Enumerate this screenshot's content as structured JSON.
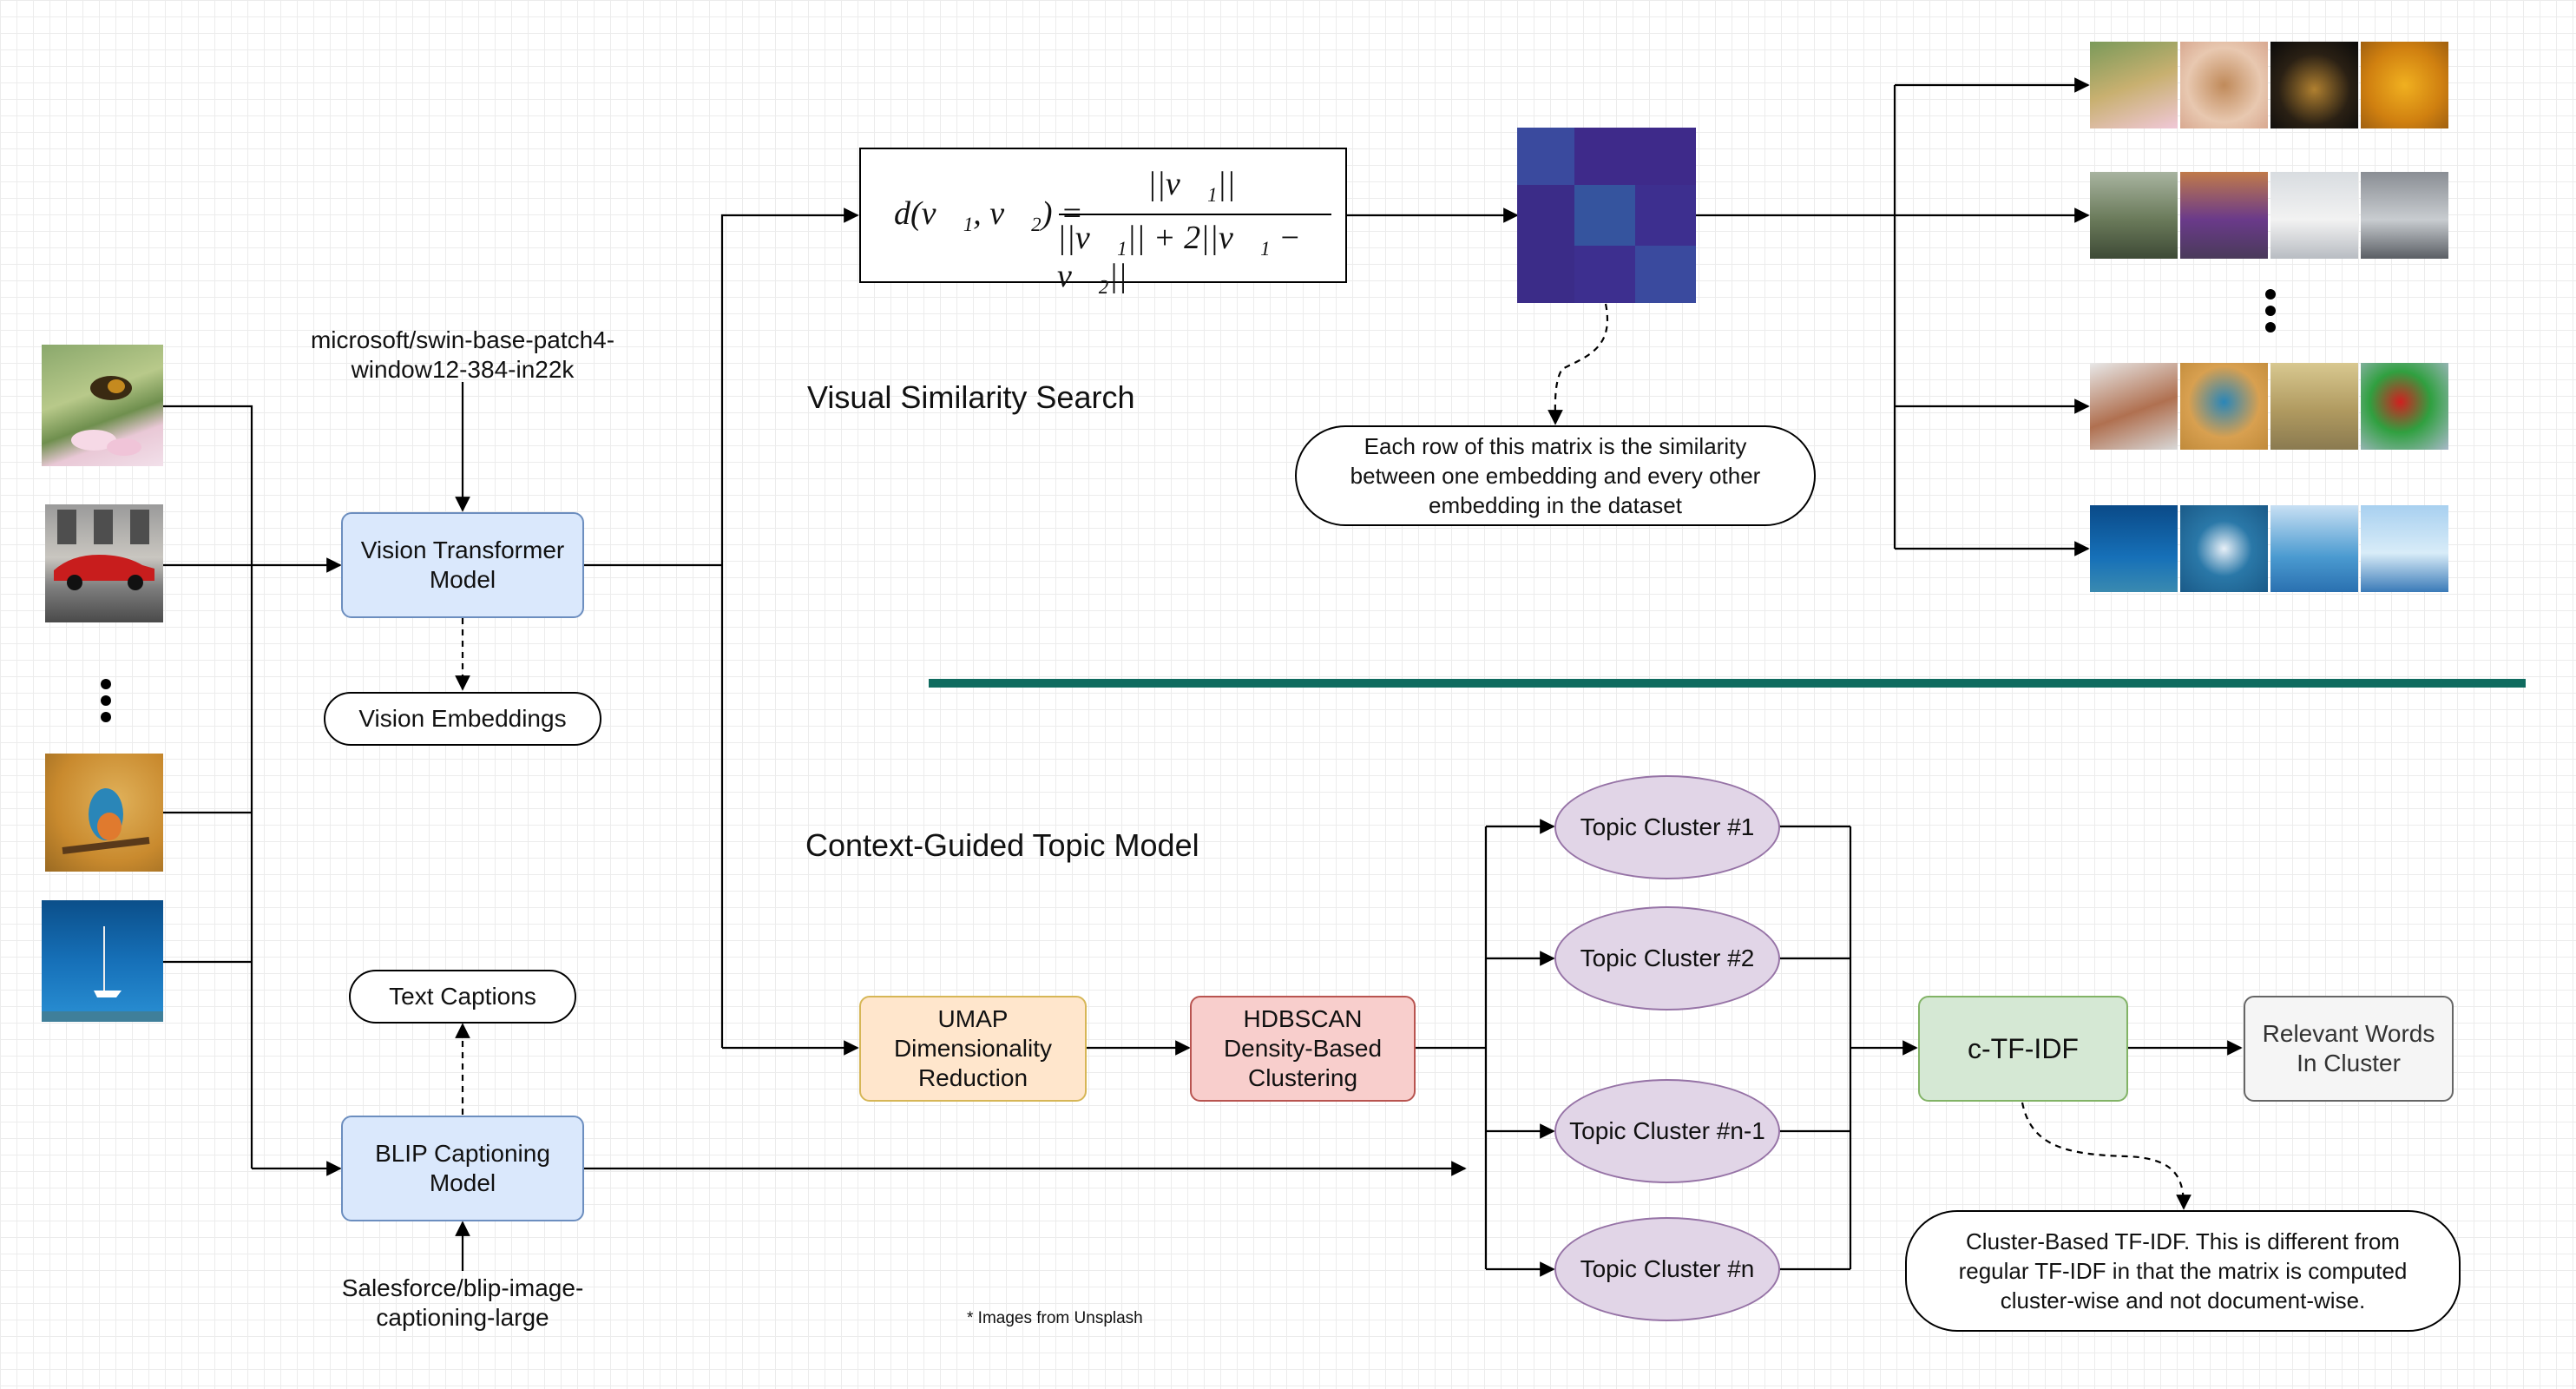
{
  "sections": {
    "visual_similarity": "Visual Similarity Search",
    "topic_model": "Context-Guided Topic Model"
  },
  "models": {
    "vit_source": "microsoft/swin-base-patch4-window12-384-in22k",
    "vit_source_line1": "microsoft/swin-base-patch4-",
    "vit_source_line2": "window12-384-in22k",
    "vit_line1": "Vision Transformer",
    "vit_line2": "Model",
    "blip_line1": "BLIP Captioning",
    "blip_line2": "Model",
    "blip_source_line1": "Salesforce/blip-image-",
    "blip_source_line2": "captioning-large"
  },
  "outputs": {
    "vision_embeddings": "Vision Embeddings",
    "text_captions": "Text Captions"
  },
  "formula": {
    "lhs": "d(v⃗₁, v⃗₂) =",
    "numerator": "||v⃗₁||",
    "denominator": "||v⃗₁|| + 2||v⃗₁ − v⃗₂||"
  },
  "matrix_note": {
    "line1": "Each row of this matrix is the similarity",
    "line2": "between one embedding and every other",
    "line3": "embedding in the dataset"
  },
  "pipeline": {
    "umap_line1": "UMAP",
    "umap_line2": "Dimensionality",
    "umap_line3": "Reduction",
    "hdbscan_line1": "HDBSCAN",
    "hdbscan_line2": "Density-Based",
    "hdbscan_line3": "Clustering",
    "ctfidf": "c-TF-IDF",
    "relevant_line1": "Relevant Words",
    "relevant_line2": "In Cluster"
  },
  "clusters": [
    "Topic Cluster #1",
    "Topic Cluster #2",
    "Topic Cluster #n-1",
    "Topic Cluster #n"
  ],
  "ctfidf_note": {
    "line1": "Cluster-Based TF-IDF. This is different from",
    "line2": "regular TF-IDF in that the matrix is computed",
    "line3": "cluster-wise and not document-wise."
  },
  "footnote": "* Images from Unsplash",
  "input_images": [
    "bee-on-flower",
    "red-car",
    "kingfisher",
    "sailboat"
  ],
  "result_rows": [
    [
      "bee-on-flower",
      "bee-macro",
      "bee-dark",
      "bee-yellow"
    ],
    [
      "green-car",
      "purple-beetle",
      "white-jeep",
      "silver-sports-car"
    ],
    [
      "bird-branch",
      "kingfisher",
      "sparrow",
      "parrot"
    ],
    [
      "sailboat-blue",
      "speedboat",
      "sailboats",
      "sailboat-sky"
    ]
  ],
  "colors": {
    "divider": "#0f6b5f",
    "model_fill": "#dae8fc",
    "umap_fill": "#ffe6cc",
    "hdbscan_fill": "#f8cecc",
    "ctfidf_fill": "#d5e8d4",
    "cluster_fill": "#e1d5e7",
    "matrix": "#3d2f8f"
  }
}
